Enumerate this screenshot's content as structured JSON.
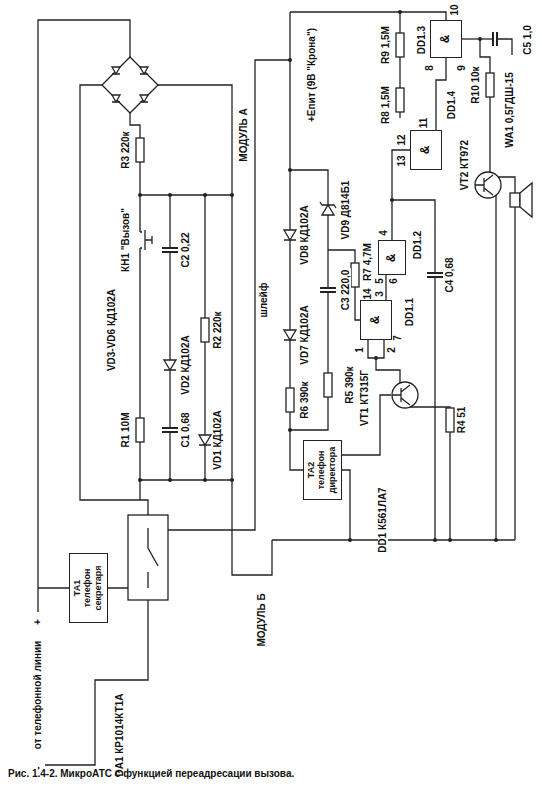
{
  "diagram": {
    "caption": "Рис. 1.4-2. МикроАТС с функцией переадресации вызова.",
    "nodes": [
      {
        "text": [
          "ТА1",
          "телефон секретаря"
        ]
      },
      {
        "text": [
          "ТА2",
          "телефон директора"
        ]
      },
      {
        "text": [
          "&"
        ]
      },
      {
        "text": [
          "&"
        ]
      },
      {
        "text": [
          "&"
        ]
      },
      {
        "text": [
          "&"
        ]
      }
    ],
    "labels": [
      "+",
      "-",
      "от телефонной линии",
      "DA1 КР1014КТ1А",
      "VD3-VD6 КД102А",
      "R3 220к",
      "КН1 \"Вызов\"",
      "C2 0,22",
      "R2 220к",
      "VD2 КД102А",
      "R1 10M",
      "C1 0,68",
      "VD1 КД102А",
      "МОДУЛЬ А",
      "шлейф",
      "МОДУЛЬ Б",
      "+Eпит (9В \"Крона\")",
      "VD8 КД102А",
      "VD7 КД102А",
      "R6 390к",
      "VD9 Д814Б1",
      "C3 220,0",
      "R7 4,7M",
      "R5 390к",
      "VT1 КТ315Г",
      "R4 51",
      "DD1 К561ЛА7",
      "DD1.1",
      "14",
      "3",
      "7",
      "1",
      "2",
      "DD1.2",
      "4",
      "5",
      "6",
      "C4 0,68",
      "DD1.4",
      "12",
      "13",
      "11",
      "DD1.3",
      "8",
      "9",
      "10",
      "R9 1,5M",
      "R8 1,5M",
      "C5 1,0",
      "R10 10к",
      "VT2 КТ972",
      "WA1 0,5ГДШ-15"
    ]
  }
}
